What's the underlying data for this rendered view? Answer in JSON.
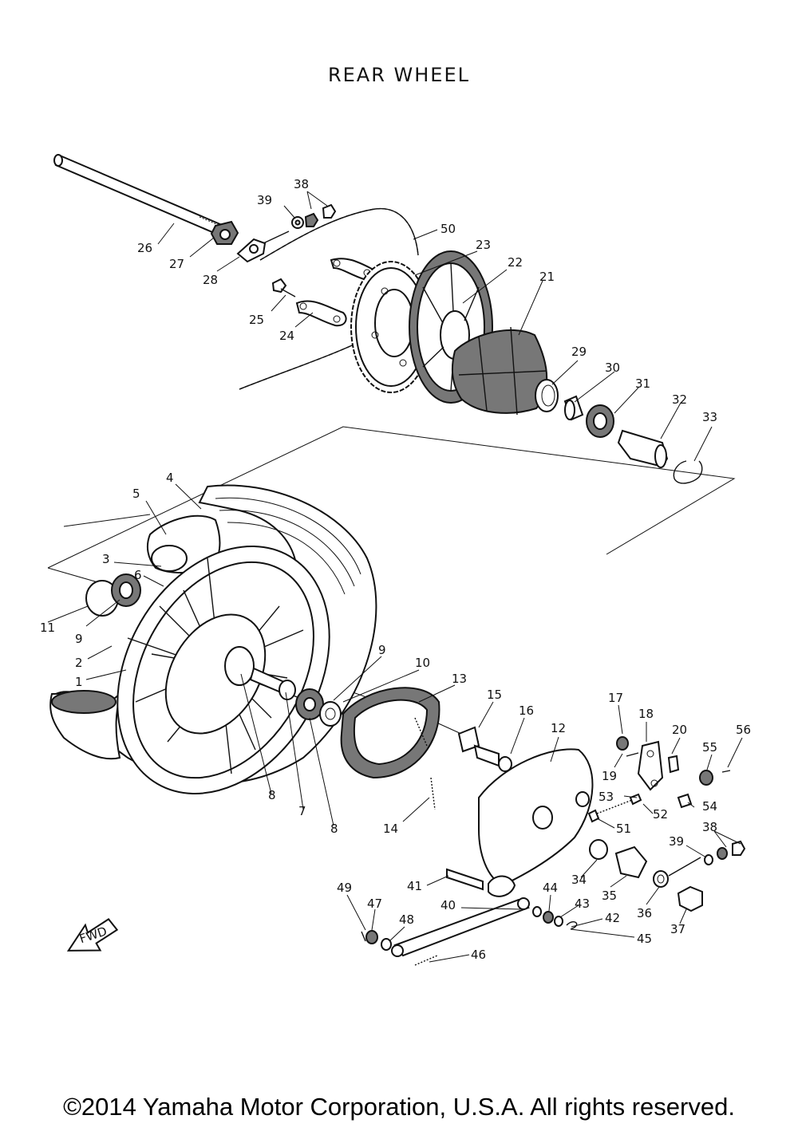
{
  "title": "REAR WHEEL",
  "copyright": "©2014 Yamaha Motor Corporation, U.S.A. All rights reserved.",
  "fwd_label": "FWD",
  "callouts": [
    {
      "id": "c26",
      "label": "26"
    },
    {
      "id": "c27",
      "label": "27"
    },
    {
      "id": "c28",
      "label": "28"
    },
    {
      "id": "c39a",
      "label": "39"
    },
    {
      "id": "c38a",
      "label": "38"
    },
    {
      "id": "c50",
      "label": "50"
    },
    {
      "id": "c23",
      "label": "23"
    },
    {
      "id": "c22",
      "label": "22"
    },
    {
      "id": "c21",
      "label": "21"
    },
    {
      "id": "c25",
      "label": "25"
    },
    {
      "id": "c24",
      "label": "24"
    },
    {
      "id": "c29",
      "label": "29"
    },
    {
      "id": "c30",
      "label": "30"
    },
    {
      "id": "c31",
      "label": "31"
    },
    {
      "id": "c32",
      "label": "32"
    },
    {
      "id": "c33",
      "label": "33"
    },
    {
      "id": "c4",
      "label": "4"
    },
    {
      "id": "c5",
      "label": "5"
    },
    {
      "id": "c3",
      "label": "3"
    },
    {
      "id": "c6",
      "label": "6"
    },
    {
      "id": "c11",
      "label": "11"
    },
    {
      "id": "c9a",
      "label": "9"
    },
    {
      "id": "c2",
      "label": "2"
    },
    {
      "id": "c1",
      "label": "1"
    },
    {
      "id": "c9b",
      "label": "9"
    },
    {
      "id": "c10",
      "label": "10"
    },
    {
      "id": "c13",
      "label": "13"
    },
    {
      "id": "c15",
      "label": "15"
    },
    {
      "id": "c16",
      "label": "16"
    },
    {
      "id": "c12",
      "label": "12"
    },
    {
      "id": "c17",
      "label": "17"
    },
    {
      "id": "c18",
      "label": "18"
    },
    {
      "id": "c20",
      "label": "20"
    },
    {
      "id": "c56",
      "label": "56"
    },
    {
      "id": "c55",
      "label": "55"
    },
    {
      "id": "c19",
      "label": "19"
    },
    {
      "id": "c53",
      "label": "53"
    },
    {
      "id": "c52",
      "label": "52"
    },
    {
      "id": "c54",
      "label": "54"
    },
    {
      "id": "c51",
      "label": "51"
    },
    {
      "id": "c38b",
      "label": "38"
    },
    {
      "id": "c39b",
      "label": "39"
    },
    {
      "id": "c8a",
      "label": "8"
    },
    {
      "id": "c7",
      "label": "7"
    },
    {
      "id": "c8b",
      "label": "8"
    },
    {
      "id": "c14",
      "label": "14"
    },
    {
      "id": "c34",
      "label": "34"
    },
    {
      "id": "c35",
      "label": "35"
    },
    {
      "id": "c36",
      "label": "36"
    },
    {
      "id": "c37",
      "label": "37"
    },
    {
      "id": "c41",
      "label": "41"
    },
    {
      "id": "c49",
      "label": "49"
    },
    {
      "id": "c47",
      "label": "47"
    },
    {
      "id": "c40",
      "label": "40"
    },
    {
      "id": "c44",
      "label": "44"
    },
    {
      "id": "c43",
      "label": "43"
    },
    {
      "id": "c42",
      "label": "42"
    },
    {
      "id": "c45",
      "label": "45"
    },
    {
      "id": "c48",
      "label": "48"
    },
    {
      "id": "c46",
      "label": "46"
    }
  ]
}
